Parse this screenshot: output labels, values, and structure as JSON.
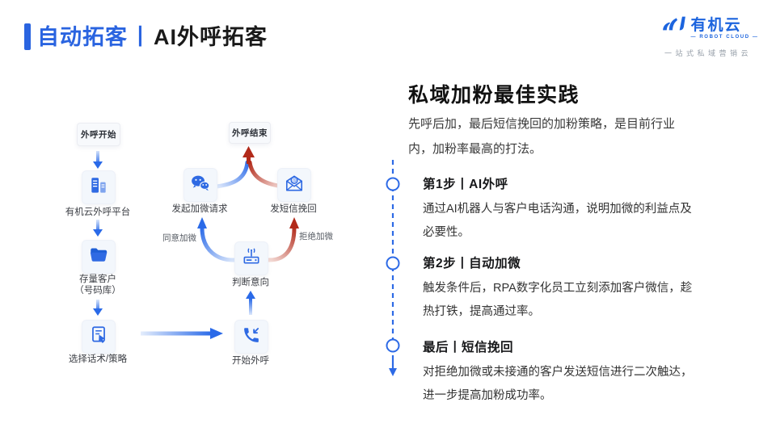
{
  "header": {
    "title_primary": "自动拓客",
    "title_separator": "丨",
    "title_secondary": "AI外呼拓客"
  },
  "logo": {
    "name": "有机云",
    "subtitle": "— ROBOT CLOUD —",
    "tagline": "一站式私域营销云"
  },
  "flowchart": {
    "start_label": "外呼开始",
    "end_label": "外呼结束",
    "nodes": {
      "platform": {
        "icon": "server-icon",
        "label": "有机云外呼平台"
      },
      "customers": {
        "icon": "folder-icon",
        "label_line1": "存量客户",
        "label_line2": "（号码库）"
      },
      "script": {
        "icon": "document-cursor-icon",
        "label": "选择话术/策略"
      },
      "call": {
        "icon": "phone-call-icon",
        "label": "开始外呼"
      },
      "intent": {
        "icon": "router-signal-icon",
        "label": "判断意向"
      },
      "wechat": {
        "icon": "wechat-icon",
        "label": "发起加微请求"
      },
      "sms": {
        "icon": "mail-at-icon",
        "label": "发短信挽回"
      }
    },
    "edges": {
      "agree": "同意加微",
      "refuse": "拒绝加微"
    }
  },
  "panel": {
    "heading": "私域加粉最佳实践",
    "intro": "先呼后加，最后短信挽回的加粉策略，是目前行业内，加粉率最高的打法。",
    "steps": [
      {
        "title": "第1步丨AI外呼",
        "body": "通过AI机器人与客户电话沟通，说明加微的利益点及必要性。"
      },
      {
        "title": "第2步丨自动加微",
        "body": "触发条件后，RPA数字化员工立刻添加客户微信，趁热打铁，提高通过率。"
      },
      {
        "title": "最后丨短信挽回",
        "body": "对拒绝加微或未接通的客户发送短信进行二次触达，进一步提高加粉成功率。"
      }
    ]
  },
  "colors": {
    "accent_blue": "#2A64E0",
    "arrow_blue": "#2A6AE8",
    "arrow_red": "#B22A1A",
    "text_dark": "#1A1A1A",
    "text_body": "#333333",
    "label_gray": "#3C3F45"
  }
}
